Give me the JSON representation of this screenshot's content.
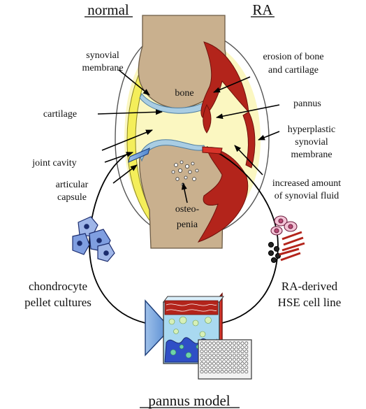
{
  "headings": {
    "normal": "normal",
    "ra": "RA",
    "model": "pannus model"
  },
  "labels": {
    "synovial_membrane_1": "synovial",
    "synovial_membrane_2": "membrane",
    "cartilage": "cartilage",
    "joint_cavity": "joint cavity",
    "articular_capsule_1": "articular",
    "articular_capsule_2": "capsule",
    "bone": "bone",
    "osteopenia_1": "osteo-",
    "osteopenia_2": "penia",
    "erosion_1": "erosion of bone",
    "erosion_2": "and cartilage",
    "pannus": "pannus",
    "hyperplastic_1": "hyperplastic",
    "hyperplastic_2": "synovial",
    "hyperplastic_3": "membrane",
    "fluid_1": "increased amount",
    "fluid_2": "of synovial fluid",
    "chondro_1": "chondrocyte",
    "chondro_2": "pellet cultures",
    "ra_line_1": "RA-derived",
    "ra_line_2": "HSE cell line"
  },
  "colors": {
    "bone": "#c9b08e",
    "cartilage": "#a9cde3",
    "synovial_fluid": "#fbf7c1",
    "capsule_yellow": "#f4ee5a",
    "pannus_red": "#b3241b",
    "arrow_blue": "#6f9fd6",
    "arrow_red": "#d9342a"
  }
}
